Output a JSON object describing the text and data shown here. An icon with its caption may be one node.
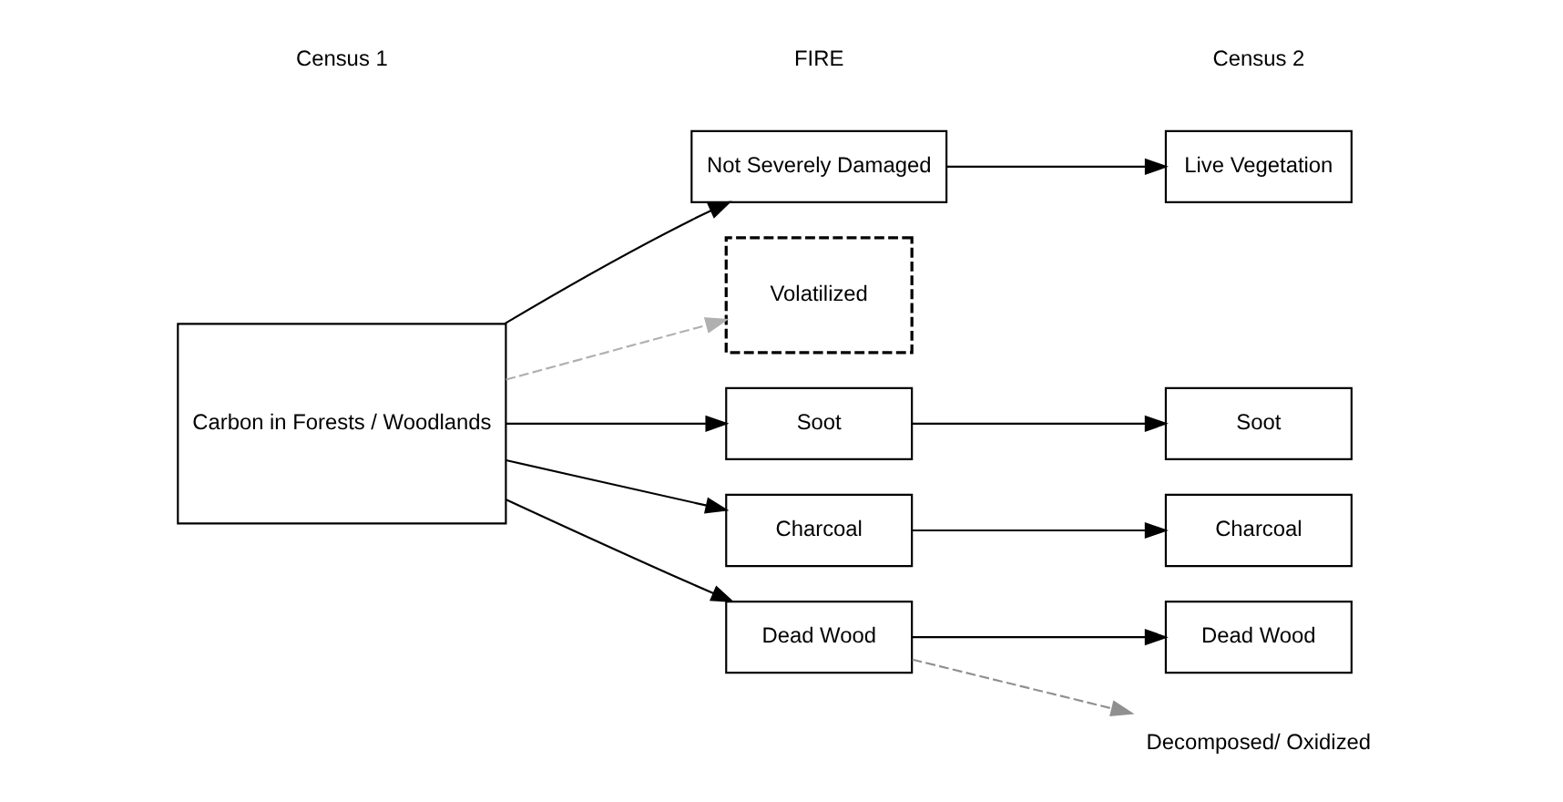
{
  "diagram": {
    "nodes": [
      {
        "text": [
          "Carbon in Forests / Woodlands"
        ]
      },
      {
        "text": [
          "Not Severely Damaged"
        ]
      },
      {
        "text": [
          "Volatilized"
        ]
      },
      {
        "text": [
          "Soot"
        ]
      },
      {
        "text": [
          "Charcoal"
        ]
      },
      {
        "text": [
          "Dead Wood"
        ]
      },
      {
        "text": [
          "Live Vegetation"
        ]
      },
      {
        "text": [
          "Soot"
        ]
      },
      {
        "text": [
          "Charcoal"
        ]
      },
      {
        "text": [
          "Dead Wood"
        ]
      },
      {
        "text": [
          "Decomposed/ Oxidized"
        ]
      }
    ],
    "edges": [
      {
        "from": 0,
        "to": 1,
        "arrow": "to"
      },
      {
        "from": 0,
        "to": 2,
        "arrow": "to",
        "style": "dashed",
        "color": "#b0b0b0"
      },
      {
        "from": 0,
        "to": 3,
        "arrow": "to"
      },
      {
        "from": 0,
        "to": 4,
        "arrow": "to"
      },
      {
        "from": 0,
        "to": 5,
        "arrow": "to"
      },
      {
        "from": 1,
        "to": 6,
        "arrow": "to"
      },
      {
        "from": 3,
        "to": 7,
        "arrow": "to"
      },
      {
        "from": 4,
        "to": 8,
        "arrow": "to"
      },
      {
        "from": 5,
        "to": 9,
        "arrow": "to"
      },
      {
        "from": 5,
        "to": 10,
        "arrow": "to",
        "style": "dashed",
        "color": "#909090"
      }
    ],
    "labels": [
      "Census 1",
      "FIRE",
      "Census 2"
    ]
  }
}
